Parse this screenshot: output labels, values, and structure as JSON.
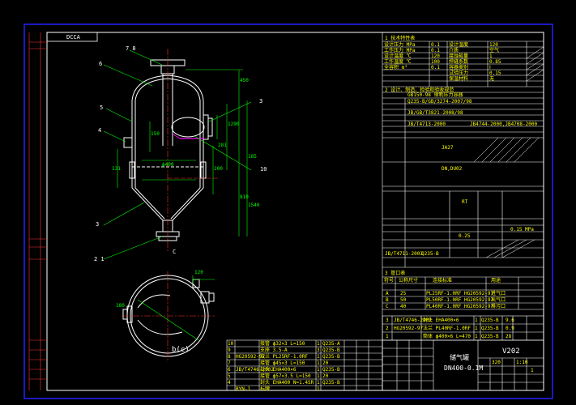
{
  "drawing": {
    "title_tag": "DCCA",
    "drawing_number": "V202",
    "drawing_code": "DN400-0.1M",
    "drawing_code_label": "储气罐"
  },
  "colors": {
    "background": "#000000",
    "outline": "#ffffff",
    "dimension": "#00ff00",
    "text_yellow": "#ffff00",
    "frame_blue": "#2222ff",
    "accent_red": "#ff3333",
    "hatch_magenta": "#ff00ff"
  },
  "callouts": {
    "c78": "7 8",
    "c6": "6",
    "c5": "5",
    "c4": "4",
    "c3": "3",
    "c10": "10",
    "c2_1": "2 1",
    "c3b": "3",
    "view_c": "C",
    "view_bc": "b(c)"
  },
  "dims": {
    "d1": "450",
    "d2": "1290",
    "d3": "281",
    "d4": "810",
    "d5": "ф400",
    "d6": "131",
    "d7": "150",
    "d8": "200",
    "d9": "185",
    "d10": "1540",
    "d11": "120",
    "d12": "180"
  },
  "spec": {
    "header": "1  技术特性表",
    "rows": [
      [
        "设计压力  MPa",
        "0.1",
        "设计温度",
        "120"
      ],
      [
        "工作压力  MPa",
        "0.1",
        "介质",
        "空气"
      ],
      [
        "设计温度  ℃",
        "120",
        "腐蚀裕量",
        "1"
      ],
      [
        "工作温度  ℃",
        "100",
        "焊缝系数",
        "0.85"
      ],
      [
        "全容积  m³",
        "0.1",
        "容器类别",
        "Ⅰ"
      ],
      [
        "",
        "",
        "试验压力",
        "0.15"
      ],
      [
        "",
        "",
        "保温材料",
        "无"
      ]
    ],
    "header2": "2  设计、制造、检验和验收规范",
    "header3": "3  管口表"
  },
  "codes": {
    "c1": "GB150-98 钢制压力容器",
    "c2": "Q235-B/GB/3274-2007/98",
    "c3": "JB/GB/T3821-2008/98",
    "c4": "JB/T4713-2000",
    "c5": "JB4744-2000,JB4708-2000",
    "c6": "JA27",
    "c7": "DN,DU02",
    "c8": "RT",
    "c9": "0.25",
    "c10": "Q235-B",
    "c11": "0.15 MPa",
    "c12": "JB/T4711-2003"
  },
  "nozzles": {
    "header": [
      "符号",
      "公称尺寸",
      "连接标准",
      "用途"
    ],
    "rows": [
      [
        "A",
        "25",
        "PL25RF-1.0RF HG20592-97",
        "进气口"
      ],
      [
        "B",
        "50",
        "PL50RF-1.0RF HG20592-97",
        "出气口"
      ],
      [
        "C",
        "40",
        "PL40RF-1.0RF HG20592-97",
        "排污口"
      ]
    ]
  },
  "bom_right": {
    "rows": [
      [
        "3",
        "JB/T4746-2002",
        "封头 EHA400×6",
        "1",
        "Q235-B",
        "9.6",
        ""
      ],
      [
        "2",
        "HG20592-97",
        "法兰 PL40RF-1.0RF",
        "1",
        "Q235-B",
        "0.9",
        ""
      ],
      [
        "1",
        "",
        "筒体 ф400×6 L=470",
        "1",
        "Q235-B",
        "28",
        ""
      ]
    ]
  },
  "bom_left": {
    "rows": [
      [
        "10",
        "",
        "接管 ф32×3 L=150",
        "1",
        "Q235-A",
        "",
        ""
      ],
      [
        "9",
        "",
        "支座 3.5-A",
        "3",
        "Q235-B",
        "",
        ""
      ],
      [
        "8",
        "HG20592-97",
        "法兰 PL25RF-1.0RF",
        "1",
        "Q235-B",
        "",
        ""
      ],
      [
        "7",
        "",
        "接管 ф45×3 L=150",
        "1",
        "20",
        "",
        ""
      ],
      [
        "6",
        "JB/T4746-2002",
        "封头 EHA400×6",
        "1",
        "Q235-B",
        "",
        ""
      ],
      [
        "5",
        "",
        "接管 ф57×3.5 L=150",
        "1",
        "20",
        "",
        ""
      ],
      [
        "4",
        "",
        "封头 EHA400 N=1.4SR",
        "1",
        "Q235-B",
        "",
        ""
      ],
      [
        "",
        "RYN-1",
        "标牌",
        "1",
        "",
        "",
        ""
      ]
    ]
  },
  "title_block": {
    "weight": "320",
    "scale": "1:10",
    "sheet": "1"
  }
}
